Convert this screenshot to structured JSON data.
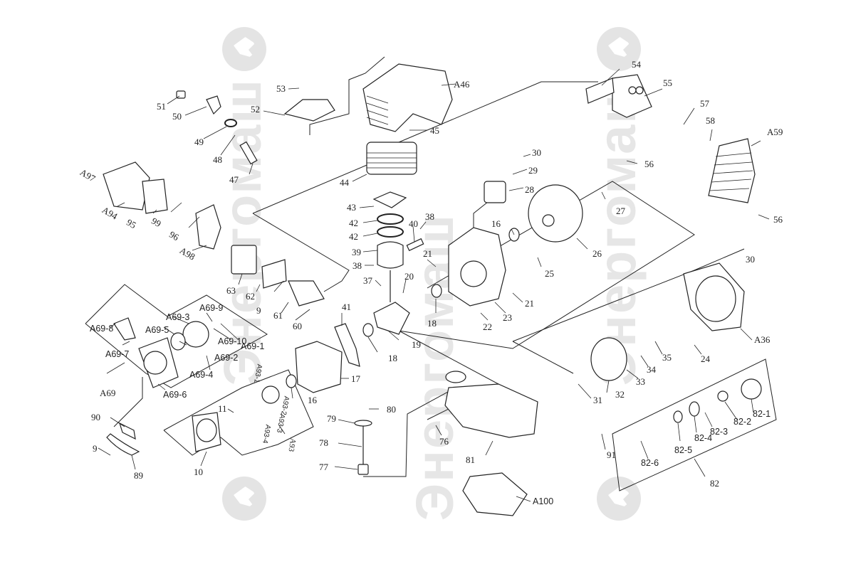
{
  "diagram": {
    "title": "",
    "type": "exploded parts diagram",
    "subject": "two-stroke engine assembly",
    "watermark": {
      "text": "Энергомаш",
      "color": "#e6e6e6"
    },
    "groups": [
      {
        "id": "recoil-starter",
        "label": "A69",
        "parts": [
          "A69-1",
          "A69-2",
          "A69-3",
          "A69-4",
          "A69-5",
          "A69-6",
          "A69-7",
          "A69-8",
          "A69-9",
          "A69-10"
        ]
      },
      {
        "id": "clutch-assembly",
        "label": "A93",
        "parts": [
          "A93-1",
          "A93-2",
          "A93-3",
          "A93-4"
        ]
      },
      {
        "id": "trimmer-head",
        "label": "82",
        "parts": [
          "82-1",
          "82-2",
          "82-3",
          "82-4",
          "82-5",
          "82-6"
        ]
      }
    ],
    "labels": [
      {
        "key": "p51",
        "text": "51"
      },
      {
        "key": "p50",
        "text": "50"
      },
      {
        "key": "p49",
        "text": "49"
      },
      {
        "key": "p48",
        "text": "48"
      },
      {
        "key": "p47",
        "text": "47"
      },
      {
        "key": "p53",
        "text": "53"
      },
      {
        "key": "p52",
        "text": "52"
      },
      {
        "key": "pA46",
        "text": "A46"
      },
      {
        "key": "p45",
        "text": "45"
      },
      {
        "key": "p44",
        "text": "44"
      },
      {
        "key": "p43",
        "text": "43"
      },
      {
        "key": "p42a",
        "text": "42"
      },
      {
        "key": "p42b",
        "text": "42"
      },
      {
        "key": "p39",
        "text": "39"
      },
      {
        "key": "p38a",
        "text": "38"
      },
      {
        "key": "p38b",
        "text": "38"
      },
      {
        "key": "p40",
        "text": "40"
      },
      {
        "key": "p37",
        "text": "37"
      },
      {
        "key": "p20",
        "text": "20"
      },
      {
        "key": "p21a",
        "text": "21"
      },
      {
        "key": "p21b",
        "text": "21"
      },
      {
        "key": "p54",
        "text": "54"
      },
      {
        "key": "p55",
        "text": "55"
      },
      {
        "key": "p57",
        "text": "57"
      },
      {
        "key": "p58",
        "text": "58"
      },
      {
        "key": "pA59",
        "text": "A59"
      },
      {
        "key": "p56a",
        "text": "56"
      },
      {
        "key": "p56b",
        "text": "56"
      },
      {
        "key": "p30a",
        "text": "30"
      },
      {
        "key": "p29",
        "text": "29"
      },
      {
        "key": "p28",
        "text": "28"
      },
      {
        "key": "p27",
        "text": "27"
      },
      {
        "key": "p16a",
        "text": "16"
      },
      {
        "key": "p26",
        "text": "26"
      },
      {
        "key": "p25",
        "text": "25"
      },
      {
        "key": "p23",
        "text": "23"
      },
      {
        "key": "p22",
        "text": "22"
      },
      {
        "key": "p18a",
        "text": "18"
      },
      {
        "key": "p18b",
        "text": "18"
      },
      {
        "key": "p19",
        "text": "19"
      },
      {
        "key": "pA97",
        "text": "A97"
      },
      {
        "key": "pA94",
        "text": "A94"
      },
      {
        "key": "p95",
        "text": "95"
      },
      {
        "key": "p99",
        "text": "99"
      },
      {
        "key": "p96",
        "text": "96"
      },
      {
        "key": "pA98",
        "text": "A98"
      },
      {
        "key": "p63",
        "text": "63"
      },
      {
        "key": "p62",
        "text": "62"
      },
      {
        "key": "p9a",
        "text": "9"
      },
      {
        "key": "p61",
        "text": "61"
      },
      {
        "key": "p60",
        "text": "60"
      },
      {
        "key": "p41",
        "text": "41"
      },
      {
        "key": "pA69-8",
        "text": "A69-8"
      },
      {
        "key": "pA69-3",
        "text": "A69-3"
      },
      {
        "key": "pA69-9",
        "text": "A69-9"
      },
      {
        "key": "pA69-5",
        "text": "A69-5"
      },
      {
        "key": "pA69-10",
        "text": "A69-10"
      },
      {
        "key": "pA69-1",
        "text": "A69-1"
      },
      {
        "key": "pA69-7",
        "text": "A69-7"
      },
      {
        "key": "pA69-2",
        "text": "A69-2"
      },
      {
        "key": "pA69-4",
        "text": "A69-4"
      },
      {
        "key": "pA69",
        "text": "A69"
      },
      {
        "key": "pA69-6",
        "text": "A69-6"
      },
      {
        "key": "p17",
        "text": "17"
      },
      {
        "key": "p16b",
        "text": "16"
      },
      {
        "key": "p11",
        "text": "11"
      },
      {
        "key": "p10",
        "text": "10"
      },
      {
        "key": "pA93-1",
        "text": "A93-1"
      },
      {
        "key": "pA93-2",
        "text": "A93-2"
      },
      {
        "key": "pA93-3",
        "text": "A93-3"
      },
      {
        "key": "pA93-4",
        "text": "A93-4"
      },
      {
        "key": "pA93",
        "text": "A93"
      },
      {
        "key": "p90",
        "text": "90"
      },
      {
        "key": "p9b",
        "text": "9"
      },
      {
        "key": "p89",
        "text": "89"
      },
      {
        "key": "p80",
        "text": "80"
      },
      {
        "key": "p79",
        "text": "79"
      },
      {
        "key": "p78",
        "text": "78"
      },
      {
        "key": "p77",
        "text": "77"
      },
      {
        "key": "p76",
        "text": "76"
      },
      {
        "key": "p81",
        "text": "81"
      },
      {
        "key": "pA100",
        "text": "A100"
      },
      {
        "key": "p30b",
        "text": "30"
      },
      {
        "key": "pA36",
        "text": "A36"
      },
      {
        "key": "p24",
        "text": "24"
      },
      {
        "key": "p35",
        "text": "35"
      },
      {
        "key": "p34",
        "text": "34"
      },
      {
        "key": "p33",
        "text": "33"
      },
      {
        "key": "p32",
        "text": "32"
      },
      {
        "key": "p31",
        "text": "31"
      },
      {
        "key": "p82-1",
        "text": "82-1"
      },
      {
        "key": "p82-2",
        "text": "82-2"
      },
      {
        "key": "p82-3",
        "text": "82-3"
      },
      {
        "key": "p82-4",
        "text": "82-4"
      },
      {
        "key": "p82-5",
        "text": "82-5"
      },
      {
        "key": "p82-6",
        "text": "82-6"
      },
      {
        "key": "p91",
        "text": "91"
      },
      {
        "key": "p82",
        "text": "82"
      }
    ]
  }
}
